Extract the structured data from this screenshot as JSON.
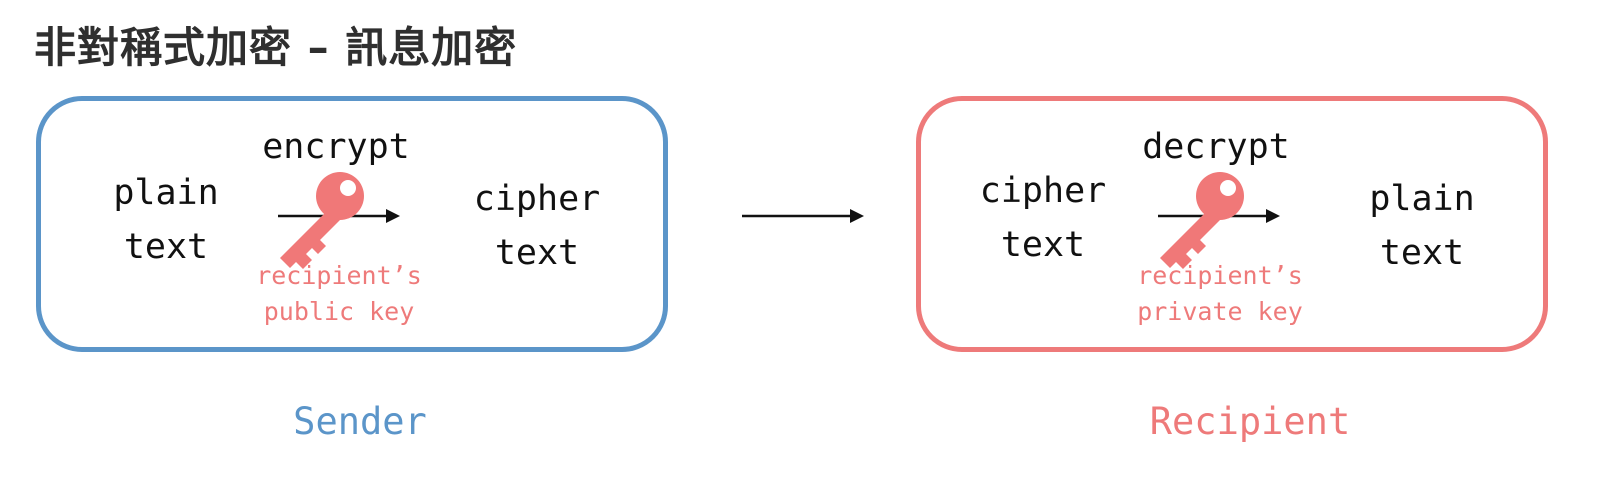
{
  "title": "非對稱式加密 – 訊息加密",
  "colors": {
    "sender": "#5b95c9",
    "recipient": "#ee7a7a",
    "key": "#f07878",
    "text": "#111111"
  },
  "sender": {
    "caption": "Sender",
    "input_line1": "plain",
    "input_line2": "text",
    "operation": "encrypt",
    "output_line1": "cipher",
    "output_line2": "text",
    "key_line1": "recipient’s",
    "key_line2": "public key",
    "key_icon": "key-icon"
  },
  "recipient": {
    "caption": "Recipient",
    "input_line1": "cipher",
    "input_line2": "text",
    "operation": "decrypt",
    "output_line1": "plain",
    "output_line2": "text",
    "key_line1": "recipient’s",
    "key_line2": "private key",
    "key_icon": "key-icon"
  }
}
